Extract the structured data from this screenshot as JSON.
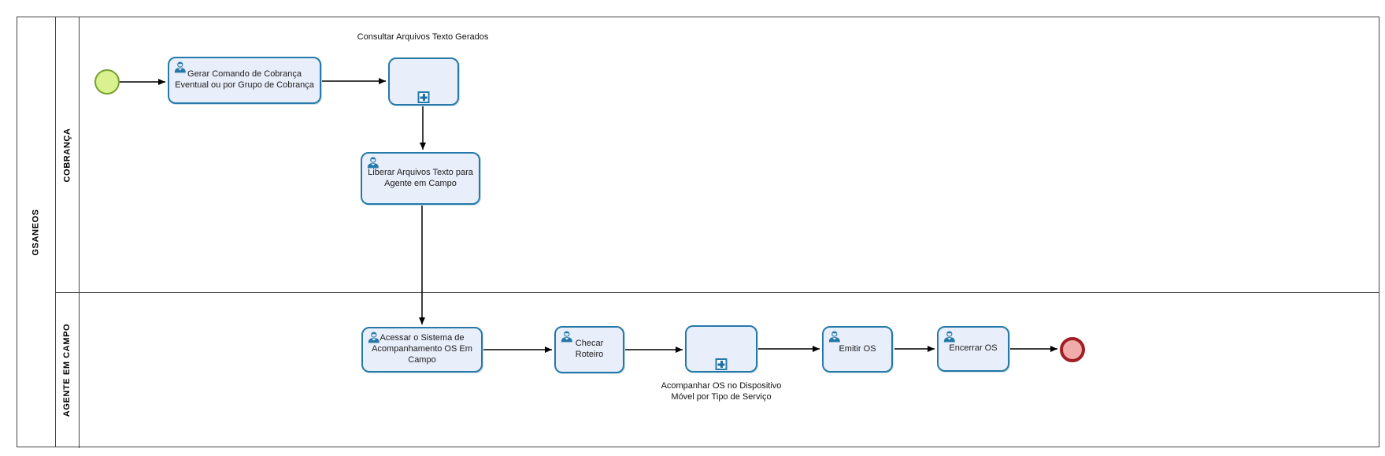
{
  "diagram": {
    "tool": "bpmn-process-diagram",
    "pool": {
      "label": "GSANEOS"
    },
    "lanes": [
      {
        "label": "COBRANÇA"
      },
      {
        "label": "AGENTE EM CAMPO"
      }
    ],
    "nodes": [
      {
        "id": "start",
        "type": "start-event",
        "lane": "COBRANÇA",
        "label": ""
      },
      {
        "id": "gerar",
        "type": "user-task",
        "lane": "COBRANÇA",
        "label": "Gerar Comando de Cobrança\nEventual ou por Grupo de Cobrança"
      },
      {
        "id": "consultar",
        "type": "collapsed-subprocess",
        "lane": "COBRANÇA",
        "label": "Consultar Arquivos Texto Gerados",
        "label_position": "above"
      },
      {
        "id": "liberar",
        "type": "user-task",
        "lane": "COBRANÇA",
        "label": "Liberar Arquivos Texto para\nAgente em Campo"
      },
      {
        "id": "acessar",
        "type": "user-task",
        "lane": "AGENTE EM CAMPO",
        "label": "Acessar o Sistema de\nAcompanhamento OS Em\nCampo"
      },
      {
        "id": "checar",
        "type": "user-task",
        "lane": "AGENTE EM CAMPO",
        "label": "Checar Roteiro"
      },
      {
        "id": "acompanhar",
        "type": "collapsed-subprocess",
        "lane": "AGENTE EM CAMPO",
        "label": "Acompanhar OS no Dispositivo\nMóvel por Tipo de Serviço",
        "label_position": "below"
      },
      {
        "id": "emitir",
        "type": "user-task",
        "lane": "AGENTE EM CAMPO",
        "label": "Emitir OS"
      },
      {
        "id": "encerrar",
        "type": "user-task",
        "lane": "AGENTE EM CAMPO",
        "label": "Encerrar OS"
      },
      {
        "id": "end",
        "type": "end-event",
        "lane": "AGENTE EM CAMPO",
        "label": ""
      }
    ],
    "flows": [
      "start→gerar",
      "gerar→consultar",
      "consultar→liberar",
      "liberar→acessar",
      "acessar→checar",
      "checar→acompanhar",
      "acompanhar→emitir",
      "emitir→encerrar",
      "encerrar→end"
    ],
    "colors": {
      "task_border": "#2579a9",
      "task_fill": "#e9eefb",
      "subprocess_marker": "#1c6ea4",
      "start_event_fill": "#d9f18f",
      "start_event_border": "#76a22d",
      "end_event_fill": "#f0abab",
      "end_event_border": "#a21d24",
      "pool_border": "#454545",
      "connector": "#000000"
    }
  }
}
